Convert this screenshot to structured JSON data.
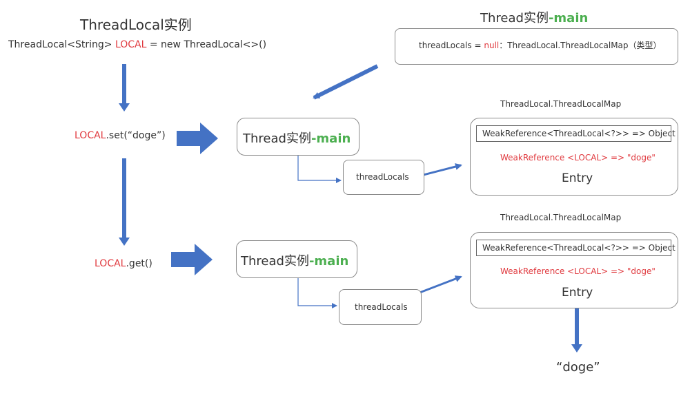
{
  "left": {
    "title": "ThreadLocal实例",
    "decl": {
      "pre": "ThreadLocal<String> ",
      "local": "LOCAL",
      "post": " = new ThreadLocal<>()"
    },
    "set_call": {
      "local": "LOCAL",
      "rest": ".set(“doge”)"
    },
    "get_call": {
      "local": "LOCAL",
      "rest": ".get()"
    }
  },
  "top_thread": {
    "title_pre": "Thread实例",
    "title_main": "-main",
    "field": {
      "name": "threadLocals = ",
      "null": "null",
      "type": "：ThreadLocal.ThreadLocalMap（类型）"
    }
  },
  "row_set": {
    "thread_pre": "Thread实例",
    "thread_main": "-main",
    "field": "threadLocals",
    "map_label": "ThreadLocal.ThreadLocalMap",
    "weak_generic": "WeakReference<ThreadLocal<?>> => Object",
    "weak_local": "WeakReference <LOCAL> => \"doge\"",
    "entry": "Entry"
  },
  "row_get": {
    "thread_pre": "Thread实例",
    "thread_main": "-main",
    "field": "threadLocals",
    "map_label": "ThreadLocal.ThreadLocalMap",
    "weak_generic": "WeakReference<ThreadLocal<?>> => Object",
    "weak_local": "WeakReference <LOCAL> => \"doge\"",
    "entry": "Entry"
  },
  "result": "“doge”",
  "colors": {
    "arrow": "#4472c4",
    "red": "#e0393e",
    "green": "#4caf50",
    "border": "#8a8a8a"
  }
}
